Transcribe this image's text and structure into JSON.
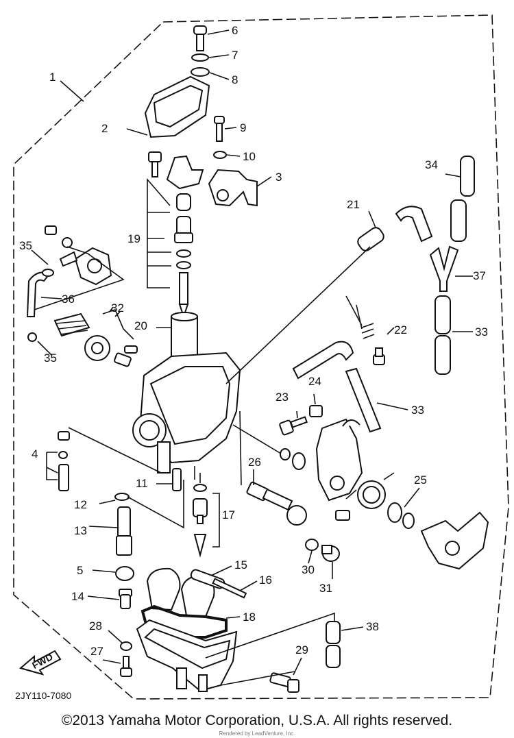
{
  "diagram": {
    "callouts": [
      "1",
      "2",
      "3",
      "4",
      "5",
      "6",
      "7",
      "8",
      "9",
      "10",
      "11",
      "12",
      "13",
      "14",
      "15",
      "16",
      "17",
      "18",
      "19",
      "20",
      "21",
      "22",
      "23",
      "24",
      "25",
      "26",
      "27",
      "28",
      "29",
      "30",
      "31",
      "32",
      "33",
      "33",
      "34",
      "35",
      "35",
      "36",
      "37",
      "38"
    ],
    "arrow_label": "FWD",
    "diagram_code": "2JY110-7080"
  },
  "footer": {
    "copyright": "©2013 Yamaha Motor Corporation, U.S.A. All rights reserved.",
    "rendered_by": "Rendered by LeadVenture, Inc."
  }
}
